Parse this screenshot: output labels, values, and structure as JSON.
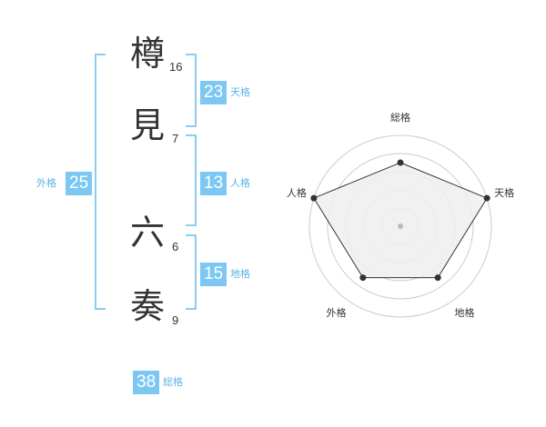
{
  "name_chars": [
    {
      "char": "樽",
      "strokes": "16"
    },
    {
      "char": "見",
      "strokes": "7"
    },
    {
      "char": "六",
      "strokes": "6"
    },
    {
      "char": "奏",
      "strokes": "9"
    }
  ],
  "scores": {
    "tenkaku": {
      "value": "23",
      "label": "天格"
    },
    "jinkaku": {
      "value": "13",
      "label": "人格"
    },
    "chikaku": {
      "value": "15",
      "label": "地格"
    },
    "gaikaku": {
      "value": "25",
      "label": "外格"
    },
    "soukaku": {
      "value": "38",
      "label": "総格"
    }
  },
  "radar": {
    "axes": [
      "総格",
      "天格",
      "地格",
      "外格",
      "人格"
    ],
    "values": [
      0.7,
      1.0,
      0.7,
      0.7,
      1.0
    ],
    "rings": 5,
    "colors": {
      "ring": "#cccccc",
      "fill": "#eeeeee",
      "line": "#333333",
      "point": "#333333",
      "center": "#bbbbbb"
    }
  },
  "colors": {
    "accent": "#7cc8f2",
    "bracket": "#8ecbf0",
    "label": "#5ab4e6",
    "text": "#333333"
  }
}
